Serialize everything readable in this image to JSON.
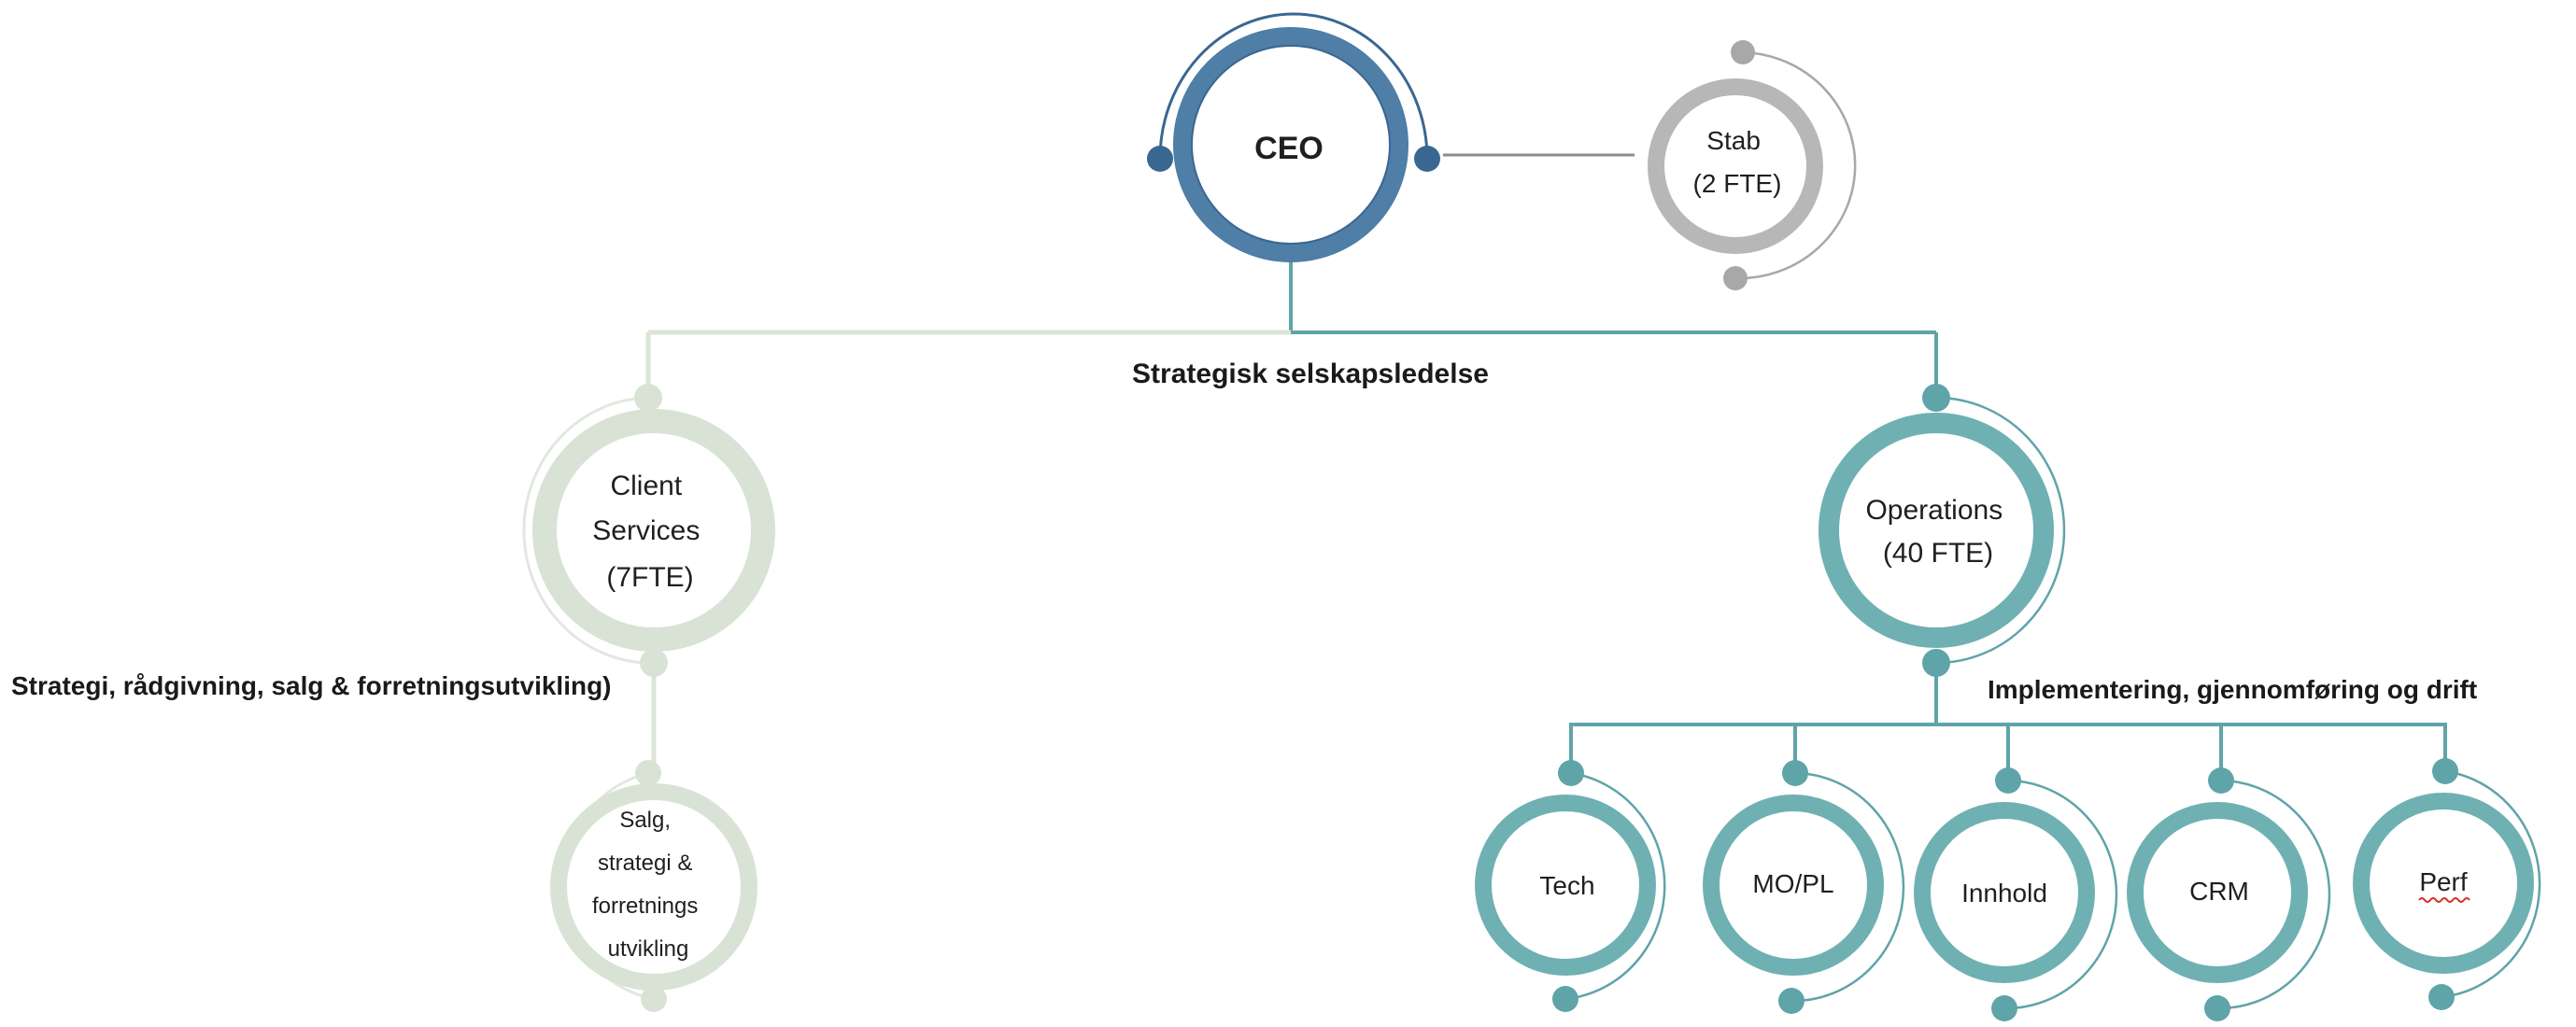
{
  "colors": {
    "ceo": "#4f7ea6",
    "ceo_dark": "#3a6791",
    "stab": "#b7b7b7",
    "stab_dot": "#a8a8a8",
    "client": "#d8e3d6",
    "client_line": "#dbe5d8",
    "operations": "#6fb0b3",
    "operations_line": "#5fa4a8",
    "connector_grey": "#8d8d8d"
  },
  "nodes": {
    "ceo": {
      "lines": [
        "CEO"
      ]
    },
    "stab": {
      "lines": [
        "Stab",
        "(2 FTE)"
      ]
    },
    "client_services": {
      "lines": [
        "Client",
        "Services",
        "(7FTE)"
      ]
    },
    "operations": {
      "lines": [
        "Operations",
        "(40 FTE)"
      ]
    },
    "salg": {
      "lines": [
        "Salg,",
        "strategi &",
        "forretnings",
        "utvikling"
      ]
    },
    "tech": {
      "lines": [
        "Tech"
      ]
    },
    "mopl": {
      "lines": [
        "MO/PL"
      ]
    },
    "innhold": {
      "lines": [
        "Innhold"
      ]
    },
    "crm": {
      "lines": [
        "CRM"
      ]
    },
    "perf": {
      "lines": [
        "Perf"
      ]
    }
  },
  "labels": {
    "strategic": "Strategisk selskapsledelse",
    "client_area": "Strategi, rådgivning, salg & forretningsutvikling)",
    "operations_area": "Implementering, gjennomføring og drift"
  }
}
